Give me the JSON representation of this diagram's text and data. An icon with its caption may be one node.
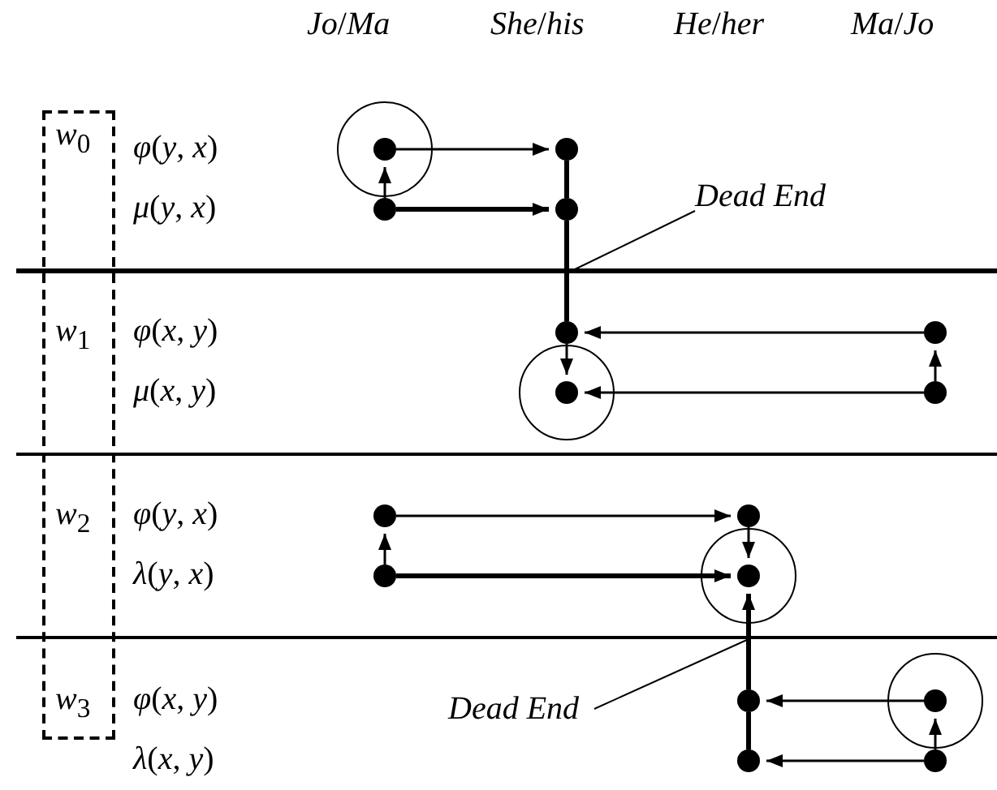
{
  "diagram": {
    "nodes": [
      {
        "text": [
          "*w*$_{0}$",
          "*w*$_{1}$",
          "*w*$_{2}$",
          "*w*$_{3}$"
        ]
      },
      {
        "text": [],
        "shape": "circle"
      },
      {
        "text": [],
        "shape": "circle"
      },
      {
        "text": [],
        "shape": "circle"
      },
      {
        "text": [],
        "shape": "circle"
      },
      {
        "text": [
          "Dead End"
        ]
      },
      {
        "text": [],
        "shape": "circle"
      },
      {
        "text": [],
        "shape": "circle"
      },
      {
        "text": [],
        "shape": "circle"
      },
      {
        "text": [],
        "shape": "circle"
      },
      {
        "text": [],
        "shape": "circle"
      },
      {
        "text": [],
        "shape": "circle"
      },
      {
        "text": [],
        "shape": "circle"
      },
      {
        "text": [],
        "shape": "circle"
      },
      {
        "text": [],
        "shape": "circle"
      },
      {
        "text": [],
        "shape": "circle"
      },
      {
        "text": [
          "Dead End"
        ]
      },
      {
        "text": [],
        "shape": "circle"
      },
      {
        "text": [],
        "shape": "circle"
      }
    ],
    "edges": [
      {
        "from": 1,
        "to": 2,
        "arrow": "to"
      },
      {
        "from": 3,
        "to": 1,
        "arrow": "to"
      },
      {
        "from": 3,
        "to": 4,
        "arrow": "to",
        "style": "thick"
      },
      {
        "from": 2,
        "to": 4,
        "arrow": "none",
        "style": "thick"
      },
      {
        "from": 4,
        "to": 6,
        "arrow": "none",
        "style": "thick"
      },
      {
        "from": 6,
        "to": 8,
        "arrow": "to"
      },
      {
        "from": 7,
        "to": 6,
        "arrow": "to"
      },
      {
        "from": 9,
        "to": 8,
        "arrow": "to"
      },
      {
        "from": 9,
        "to": 7,
        "arrow": "to"
      },
      {
        "from": 10,
        "to": 11,
        "arrow": "to"
      },
      {
        "from": 12,
        "to": 10,
        "arrow": "to"
      },
      {
        "from": 12,
        "to": 13,
        "arrow": "to",
        "style": "thick"
      },
      {
        "from": 11,
        "to": 13,
        "arrow": "to"
      },
      {
        "from": 14,
        "to": 13,
        "arrow": "to",
        "style": "thick"
      },
      {
        "from": 14,
        "to": 17,
        "arrow": "none",
        "style": "thick"
      },
      {
        "from": 15,
        "to": 14,
        "arrow": "to"
      },
      {
        "from": 18,
        "to": 17,
        "arrow": "to"
      },
      {
        "from": 18,
        "to": 15,
        "arrow": "to"
      },
      {
        "from": 5,
        "to": null,
        "arrow": "none"
      },
      {
        "from": 16,
        "to": null,
        "arrow": "none"
      }
    ],
    "labels": [
      "*Jo*/*Ma*",
      "*She*/*his*",
      "*He*/*her*",
      "*Ma*/*Jo*",
      "*φ*(*y*, *x*)",
      "*μ*(*y*, *x*)",
      "*φ*(*x*, *y*)",
      "*μ*(*x*, *y*)",
      "*φ*(*y*, *x*)",
      "*λ*(*y*, *x*)",
      "*φ*(*x*, *y*)",
      "*λ*(*x*, *y*)"
    ]
  }
}
